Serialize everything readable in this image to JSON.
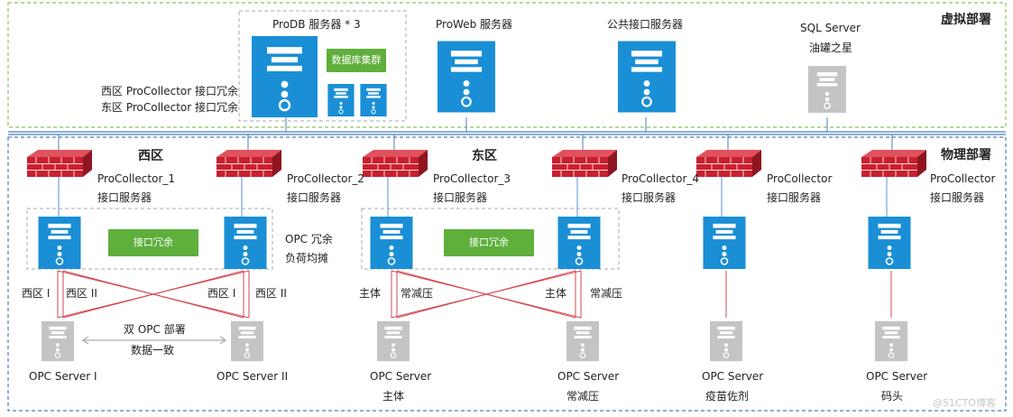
{
  "zones": {
    "virtual": "虚拟部署",
    "physical": "物理部署"
  },
  "virtual": {
    "prodb_title": "ProDB 服务器 * 3",
    "db_cluster": "数据库集群",
    "proweb": "ProWeb 服务器",
    "public_api": "公共接口服务器",
    "sql_server": "SQL Server",
    "sql_sub": "油罐之星",
    "west_redundancy": "西区 ProCollector 接口冗余",
    "east_redundancy": "东区 ProCollector 接口冗余"
  },
  "physical": {
    "west": "西区",
    "east": "东区",
    "collectors": [
      {
        "name": "ProCollector_1",
        "sub": "接口服务器"
      },
      {
        "name": "ProCollector_2",
        "sub": "接口服务器"
      },
      {
        "name": "ProCollector_3",
        "sub": "接口服务器"
      },
      {
        "name": "ProCollector_4",
        "sub": "接口服务器"
      },
      {
        "name": "ProCollector",
        "sub": "接口服务器"
      },
      {
        "name": "ProCollector",
        "sub": "接口服务器"
      }
    ],
    "redundancy_west": "接口冗余",
    "redundancy_east": "接口冗余",
    "opc_redundancy": "OPC 冗余",
    "load_balance": "负荷均摊",
    "link_labels": {
      "west_l1": "西区 I",
      "west_l2": "西区 II",
      "west_r1": "西区 I",
      "west_r2": "西区 II",
      "east_l1": "主体",
      "east_l2": "常减压",
      "east_r1": "主体",
      "east_r2": "常减压"
    },
    "dual_opc": "双 OPC 部署",
    "data_consistent": "数据一致",
    "opc_servers": [
      {
        "name": "OPC Server I",
        "sub": ""
      },
      {
        "name": "OPC Server II",
        "sub": ""
      },
      {
        "name": "OPC Server",
        "sub": "主体"
      },
      {
        "name": "OPC Server",
        "sub": "常减压"
      },
      {
        "name": "OPC Server",
        "sub": "疫苗佐剂"
      },
      {
        "name": "OPC Server",
        "sub": "码头"
      }
    ]
  },
  "watermark": "@51CTO博客",
  "colors": {
    "server_blue": "#1a8fd6",
    "server_gray": "#c4c4c4",
    "firewall_red": "#c8202f",
    "green": "#5faf3c",
    "zone_green": "#8cc05a",
    "zone_blue": "#4a7fb8"
  }
}
